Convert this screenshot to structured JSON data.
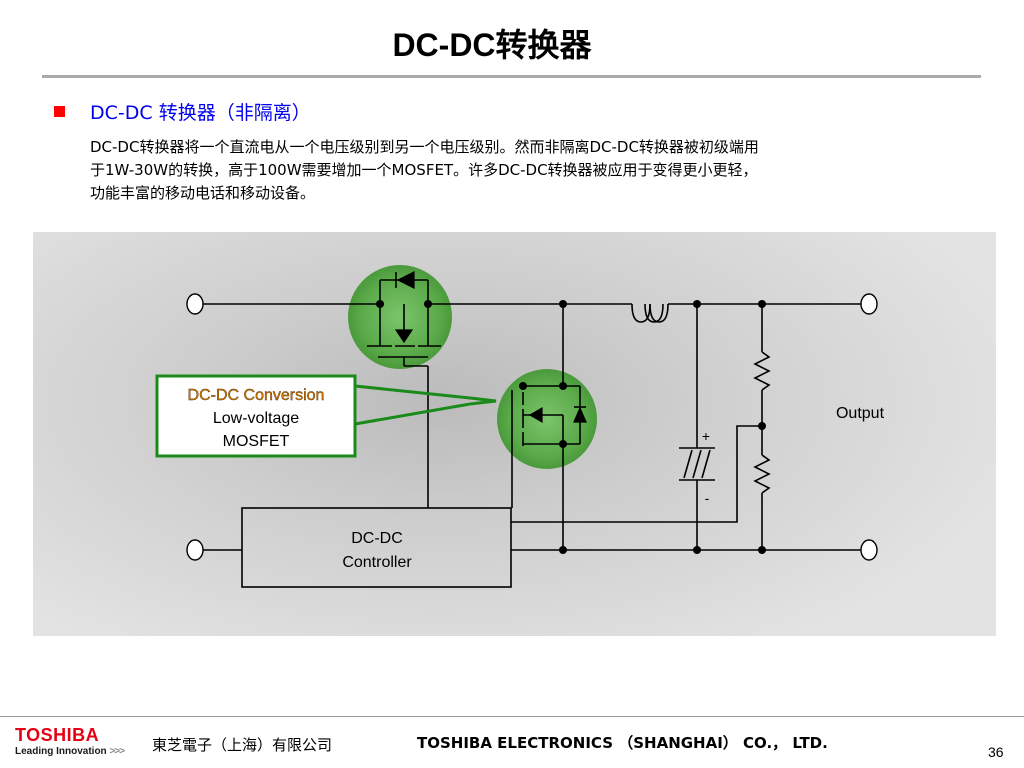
{
  "slide": {
    "title": "DC-DC转换器",
    "bullet_heading": "DC-DC 转换器（非隔离）",
    "body_lines": [
      "DC-DC转换器将一个直流电从一个电压级别到另一个电压级别。然而非隔离DC-DC转换器被初级端用",
      "于1W-30W的转换，高于100W需要增加一个MOSFET。许多DC-DC转换器被应用于变得更小更轻，",
      "功能丰富的移动电话和移动设备。"
    ]
  },
  "diagram": {
    "callout": {
      "title": "DC-DC Conversion",
      "line1": "Low-voltage",
      "line2": "MOSFET"
    },
    "controller_line1": "DC-DC",
    "controller_line2": "Controller",
    "output_label": "Output",
    "cap_plus": "+",
    "cap_minus": "-",
    "colors": {
      "highlight_fill": "#5aaa4a",
      "callout_border": "#1a8a1a",
      "callout_title": "#d07a00",
      "panel_bg": "#d6d6d6"
    }
  },
  "footer": {
    "logo_word": "TOSHIBA",
    "logo_tagline": "Leading Innovation",
    "logo_chevrons": ">>>",
    "company_cn": "東芝電子（上海）有限公司",
    "company_en": "TOSHIBA ELECTRONICS （SHANGHAI） CO.， LTD.",
    "page_number": "36"
  }
}
